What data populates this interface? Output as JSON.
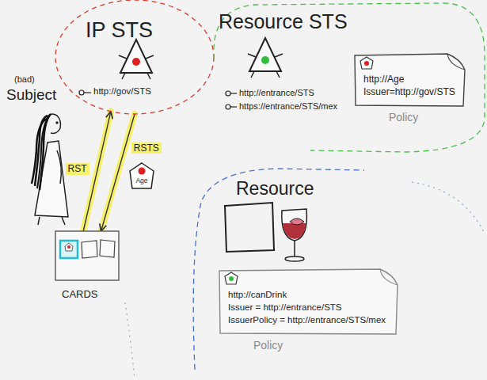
{
  "diagram": {
    "nodes": [
      {
        "text": [
          "IP STS",
          "http://gov/STS"
        ]
      },
      {
        "text": [
          "Resource STS",
          "http://entrance/STS",
          "https://entrance/STS/mex"
        ]
      },
      {
        "text": [
          "http://Age",
          "Issuer=http://gov/STS",
          "Policy"
        ],
        "in": 1
      },
      {
        "text": [
          "Age"
        ]
      },
      {
        "text": [
          "CARDS"
        ]
      },
      {
        "text": [
          "Resource"
        ]
      },
      {
        "text": [
          "http://canDrink",
          "Issuer = http://entrance/STS",
          "IssuerPolicy = http://entrance/STS/mex",
          "Policy"
        ],
        "in": 5
      }
    ],
    "edges": [
      {
        "from": 4,
        "to": 0,
        "label": "RST",
        "arrow": "to"
      },
      {
        "from": 0,
        "to": 4,
        "label": "RSTS",
        "arrow": "to"
      }
    ],
    "labels": [
      "(bad)",
      "Subject"
    ]
  }
}
